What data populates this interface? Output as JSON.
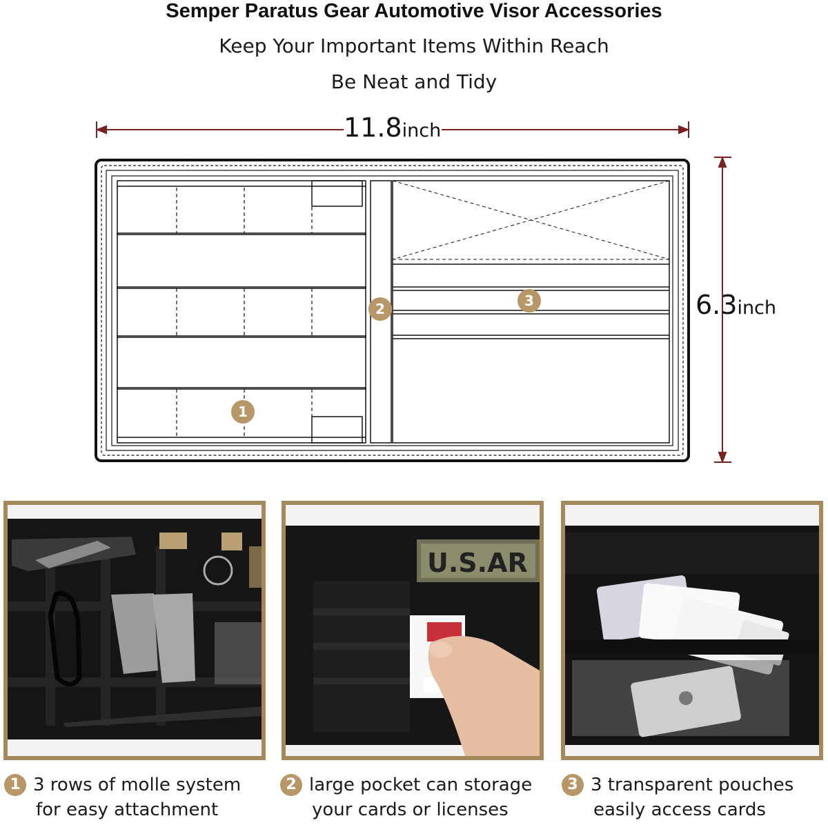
{
  "header": {
    "title": "Semper Paratus Gear Automotive Visor Accessories",
    "subtitle_line1": "Keep Your Important Items Within Reach",
    "subtitle_line2": "Be Neat and Tidy"
  },
  "dimensions": {
    "width_value": "11.8",
    "width_unit": "inch",
    "height_value": "6.3",
    "height_unit": "inch"
  },
  "diagram_markers": [
    "1",
    "2",
    "3"
  ],
  "photo2": {
    "patch_text": "U.S.AR"
  },
  "features": [
    {
      "number": "1",
      "line1": "3 rows of  molle system",
      "line2": "for easy attachment"
    },
    {
      "number": "2",
      "line1": "large pocket can storage",
      "line2": "your cards or licenses"
    },
    {
      "number": "3",
      "line1": "3 transparent pouches",
      "line2": "easily access cards"
    }
  ],
  "colors": {
    "accent": "#b79768",
    "frame": "#a6895a",
    "dimension_line": "#7a2020"
  }
}
